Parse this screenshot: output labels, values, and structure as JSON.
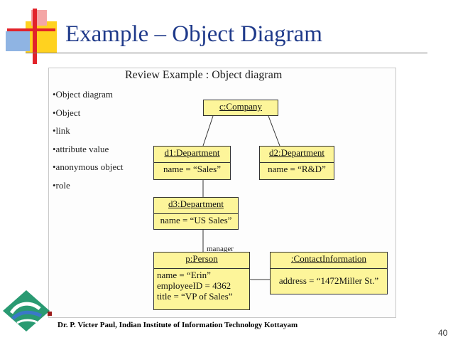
{
  "slide": {
    "title": "Example – Object Diagram",
    "page_number": "40",
    "footer": "Dr. P. Victer Paul, Indian Institute of Information Technology Kottayam"
  },
  "figure": {
    "title": "Review Example : Object diagram",
    "bullets": [
      "•Object diagram",
      "•Object",
      "•link",
      "•attribute value",
      "•anonymous object",
      "•role"
    ],
    "objects": {
      "company": {
        "name": "c:Company"
      },
      "d1": {
        "name": "d1:Department",
        "attrs": [
          "name = “Sales”"
        ]
      },
      "d2": {
        "name": "d2:Department",
        "attrs": [
          "name = “R&D”"
        ]
      },
      "d3": {
        "name": "d3:Department",
        "attrs": [
          "name = “US Sales”"
        ]
      },
      "person": {
        "name": "p:Person",
        "attrs": [
          "name = “Erin”",
          "employeeID = 4362",
          "title = “VP of Sales”"
        ]
      },
      "contact": {
        "name": ":ContactInformation",
        "attrs": [
          "address = “1472Miller St.”"
        ]
      }
    },
    "role_label": "manager"
  },
  "colors": {
    "title": "#1f3a8a",
    "object_fill": "#fdf59a",
    "deco_red": "#e2232a",
    "deco_yellow": "#ffd21f",
    "deco_blue": "#8fb4e3"
  },
  "icons": {
    "logo": "iiit-kottayam-logo"
  }
}
